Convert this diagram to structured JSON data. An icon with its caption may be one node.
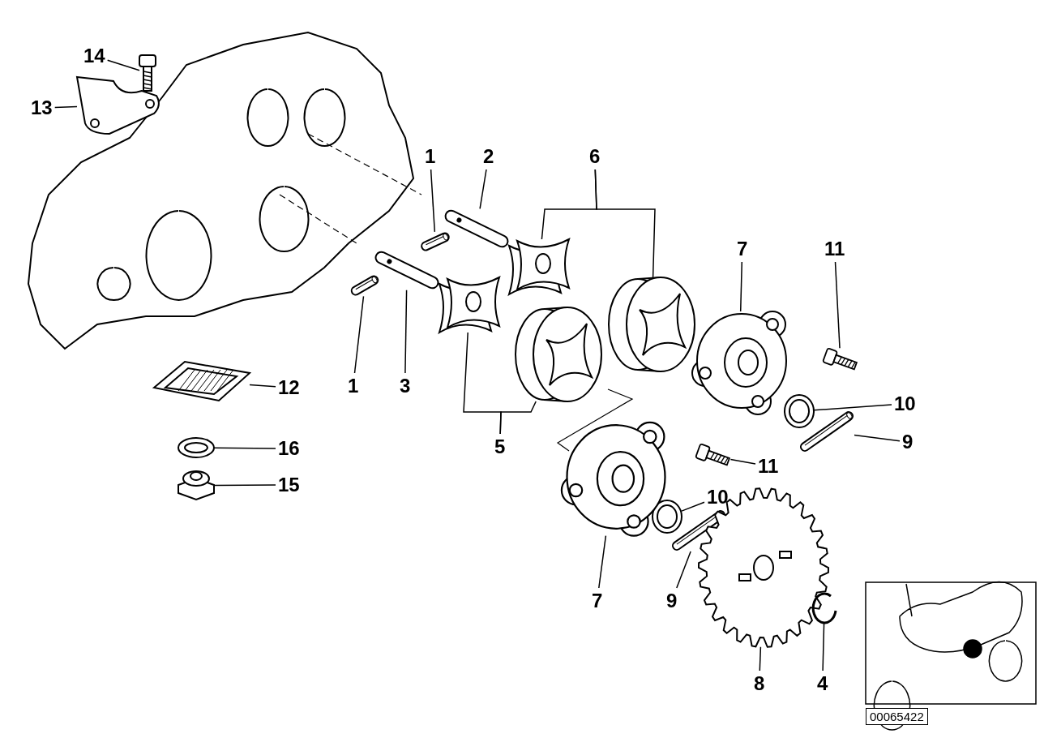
{
  "diagram": {
    "nodes": [
      {
        "text": [
          "14"
        ]
      },
      {
        "text": [],
        "shape": "picture"
      },
      {
        "text": [
          "13"
        ]
      },
      {
        "text": [],
        "shape": "picture"
      },
      {
        "text": [
          "1"
        ]
      },
      {
        "text": [],
        "shape": "picture"
      },
      {
        "text": [
          "2"
        ]
      },
      {
        "text": [],
        "shape": "picture"
      },
      {
        "text": [
          "6"
        ]
      },
      {
        "text": [],
        "shape": "picture"
      },
      {
        "text": [],
        "shape": "picture"
      },
      {
        "text": [
          "7"
        ]
      },
      {
        "text": [],
        "shape": "picture"
      },
      {
        "text": [
          "11"
        ]
      },
      {
        "text": [],
        "shape": "picture"
      },
      {
        "text": [
          "12"
        ]
      },
      {
        "text": [],
        "shape": "picture"
      },
      {
        "text": [
          "16"
        ]
      },
      {
        "text": [],
        "shape": "picture"
      },
      {
        "text": [
          "15"
        ]
      },
      {
        "text": [],
        "shape": "picture"
      },
      {
        "text": [
          "1"
        ]
      },
      {
        "text": [],
        "shape": "picture"
      },
      {
        "text": [
          "3"
        ]
      },
      {
        "text": [],
        "shape": "picture"
      },
      {
        "text": [
          "5"
        ]
      },
      {
        "text": [],
        "shape": "picture"
      },
      {
        "text": [],
        "shape": "picture"
      },
      {
        "text": [
          "10"
        ]
      },
      {
        "text": [],
        "shape": "picture"
      },
      {
        "text": [
          "9"
        ]
      },
      {
        "text": [],
        "shape": "picture"
      },
      {
        "text": [
          "11"
        ]
      },
      {
        "text": [],
        "shape": "picture"
      },
      {
        "text": [
          "10"
        ]
      },
      {
        "text": [],
        "shape": "picture"
      },
      {
        "text": [
          "7"
        ]
      },
      {
        "text": [],
        "shape": "picture"
      },
      {
        "text": [
          "9"
        ]
      },
      {
        "text": [],
        "shape": "picture"
      },
      {
        "text": [
          "8"
        ]
      },
      {
        "text": [],
        "shape": "picture"
      },
      {
        "text": [
          "4"
        ]
      },
      {
        "text": [],
        "shape": "picture"
      }
    ],
    "edges": [
      {
        "from": 0,
        "to": 1,
        "arrow": "none"
      },
      {
        "from": 2,
        "to": 3,
        "arrow": "none"
      },
      {
        "from": 4,
        "to": 5,
        "arrow": "none"
      },
      {
        "from": 6,
        "to": 7,
        "arrow": "none"
      },
      {
        "from": 8,
        "to": 9,
        "arrow": "none"
      },
      {
        "from": 8,
        "to": 10,
        "arrow": "none"
      },
      {
        "from": 11,
        "to": 12,
        "arrow": "none"
      },
      {
        "from": 13,
        "to": 14,
        "arrow": "none"
      },
      {
        "from": 15,
        "to": 16,
        "arrow": "none"
      },
      {
        "from": 17,
        "to": 18,
        "arrow": "none"
      },
      {
        "from": 19,
        "to": 20,
        "arrow": "none"
      },
      {
        "from": 21,
        "to": 22,
        "arrow": "none"
      },
      {
        "from": 23,
        "to": 24,
        "arrow": "none"
      },
      {
        "from": 25,
        "to": 26,
        "arrow": "none"
      },
      {
        "from": 25,
        "to": 27,
        "arrow": "none"
      },
      {
        "from": 28,
        "to": 29,
        "arrow": "none"
      },
      {
        "from": 30,
        "to": 31,
        "arrow": "none"
      },
      {
        "from": 32,
        "to": 33,
        "arrow": "none"
      },
      {
        "from": 34,
        "to": 35,
        "arrow": "none"
      },
      {
        "from": 36,
        "to": 37,
        "arrow": "none"
      },
      {
        "from": 38,
        "to": 39,
        "arrow": "none"
      },
      {
        "from": 40,
        "to": 41,
        "arrow": "none"
      },
      {
        "from": 42,
        "to": 43,
        "arrow": "none"
      }
    ],
    "labels": [
      "00065422"
    ]
  }
}
